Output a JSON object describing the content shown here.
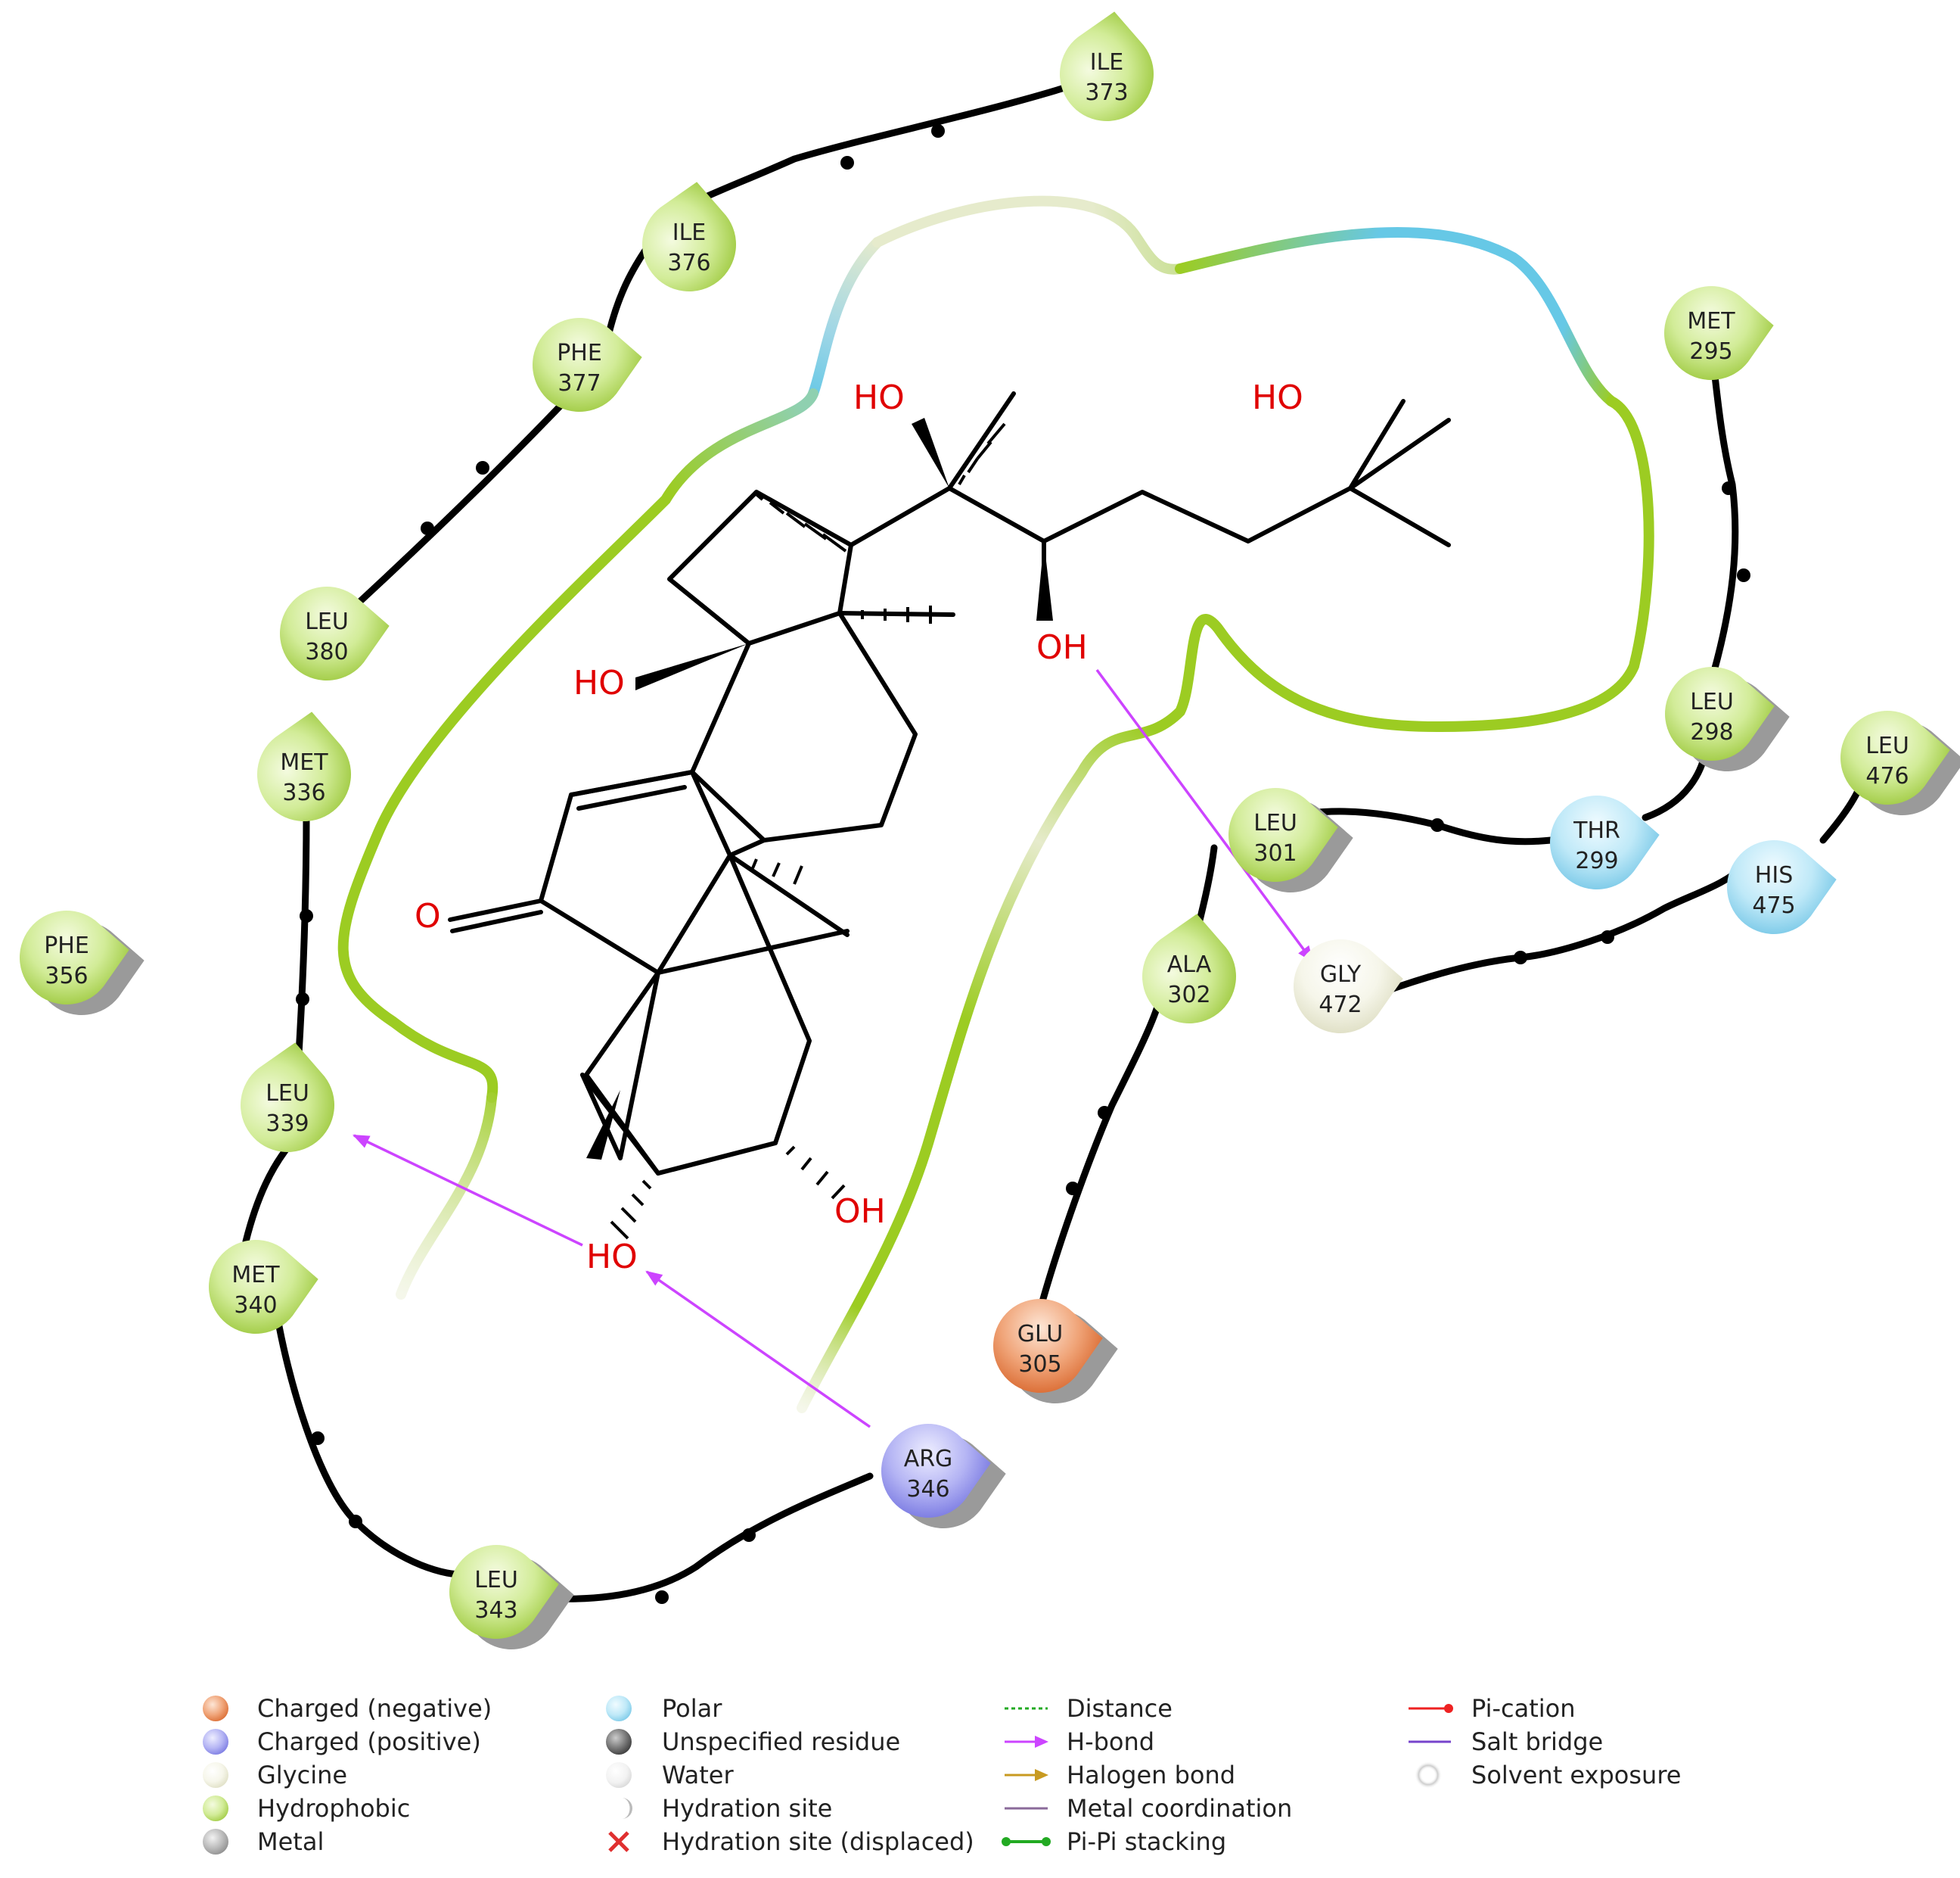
{
  "colors": {
    "hydrophobic": "#b4da5a",
    "polar": "#8fd8f2",
    "glycine": "#eeeed8",
    "negative": "#e6783e",
    "positive": "#8a8aec",
    "metal": "#9a9a9a",
    "unspecified": "#555555",
    "water": "#e8e8e8",
    "hbond": "#cc44ff",
    "ribbon_green": "#9ccc22",
    "ribbon_blue": "#66c8e6",
    "ribbon_light": "#e6ebcc",
    "heteroatom": "#e00000"
  },
  "residues": [
    {
      "id": "ile373",
      "name": "ILE",
      "num": "373",
      "type": "hydrophobic",
      "shadow": false
    },
    {
      "id": "ile376",
      "name": "ILE",
      "num": "376",
      "type": "hydrophobic",
      "shadow": false
    },
    {
      "id": "phe377",
      "name": "PHE",
      "num": "377",
      "type": "hydrophobic",
      "shadow": false
    },
    {
      "id": "leu380",
      "name": "LEU",
      "num": "380",
      "type": "hydrophobic",
      "shadow": false
    },
    {
      "id": "met336",
      "name": "MET",
      "num": "336",
      "type": "hydrophobic",
      "shadow": false
    },
    {
      "id": "phe356",
      "name": "PHE",
      "num": "356",
      "type": "hydrophobic",
      "shadow": true
    },
    {
      "id": "leu339",
      "name": "LEU",
      "num": "339",
      "type": "hydrophobic",
      "shadow": false
    },
    {
      "id": "met340",
      "name": "MET",
      "num": "340",
      "type": "hydrophobic",
      "shadow": false
    },
    {
      "id": "leu343",
      "name": "LEU",
      "num": "343",
      "type": "hydrophobic",
      "shadow": true
    },
    {
      "id": "arg346",
      "name": "ARG",
      "num": "346",
      "type": "positive",
      "shadow": true
    },
    {
      "id": "glu305",
      "name": "GLU",
      "num": "305",
      "type": "negative",
      "shadow": true
    },
    {
      "id": "ala302",
      "name": "ALA",
      "num": "302",
      "type": "hydrophobic",
      "shadow": false
    },
    {
      "id": "leu301",
      "name": "LEU",
      "num": "301",
      "type": "hydrophobic",
      "shadow": true
    },
    {
      "id": "thr299",
      "name": "THR",
      "num": "299",
      "type": "polar",
      "shadow": false
    },
    {
      "id": "leu298",
      "name": "LEU",
      "num": "298",
      "type": "hydrophobic",
      "shadow": true
    },
    {
      "id": "met295",
      "name": "MET",
      "num": "295",
      "type": "hydrophobic",
      "shadow": false
    },
    {
      "id": "leu476",
      "name": "LEU",
      "num": "476",
      "type": "hydrophobic",
      "shadow": true
    },
    {
      "id": "his475",
      "name": "HIS",
      "num": "475",
      "type": "polar",
      "shadow": false
    },
    {
      "id": "gly472",
      "name": "GLY",
      "num": "472",
      "type": "glycine",
      "shadow": false
    }
  ],
  "ligand_labels": {
    "ho_top_left": "HO",
    "ho_top_right": "HO",
    "oh_side": "OH",
    "ho_ring": "HO",
    "o_ketone": "O",
    "oh_bottom": "OH",
    "ho_bottom": "HO"
  },
  "legend": {
    "col1": [
      "Charged (negative)",
      "Charged (positive)",
      "Glycine",
      "Hydrophobic",
      "Metal"
    ],
    "col2": [
      "Polar",
      "Unspecified residue",
      "Water",
      "Hydration site",
      "Hydration site (displaced)"
    ],
    "col3": [
      "Distance",
      "H-bond",
      "Halogen bond",
      "Metal coordination",
      "Pi-Pi stacking"
    ],
    "col4": [
      "Pi-cation",
      "Salt bridge",
      "Solvent exposure"
    ]
  }
}
